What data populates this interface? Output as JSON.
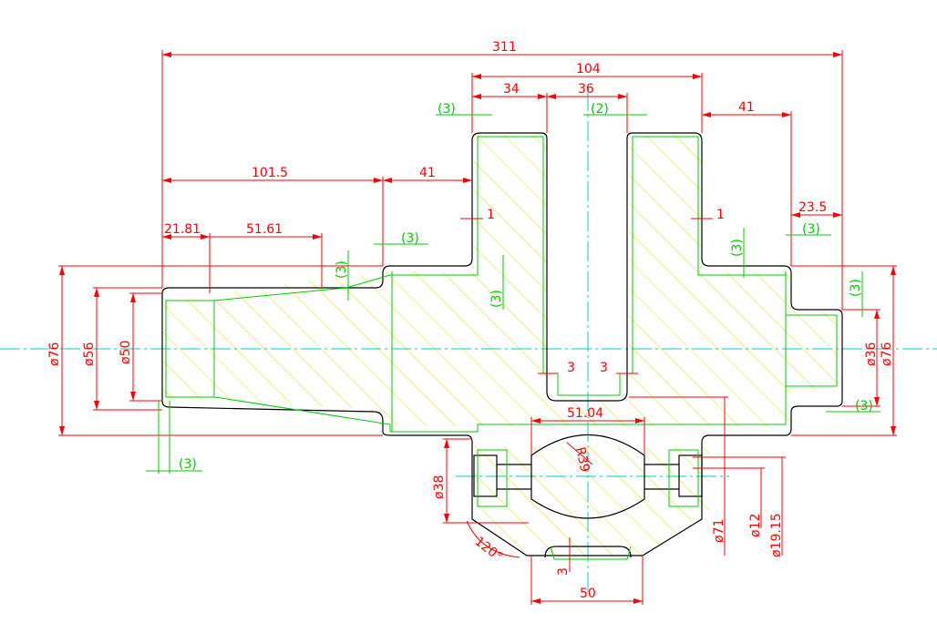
{
  "colors": {
    "outline": "#000000",
    "allowance": "#00cc00",
    "dimension": "#ff0000",
    "centerline": "#00cccc",
    "hatch": "#e0e000",
    "background": "#ffffff"
  },
  "dimensions": {
    "overall_length": "311",
    "flange_width": "104",
    "flange_left": "34",
    "slot_width": "36",
    "flange_right_offset": "41",
    "left_body": "101.5",
    "left_step": "41",
    "taper_start": "21.81",
    "taper_length": "51.61",
    "right_end": "23.5",
    "step_small_left": "1",
    "step_small_right": "1",
    "dia_76_left": "ø76",
    "dia_56": "ø56",
    "dia_50": "ø50",
    "dia_36": "ø36",
    "dia_76_right": "ø76",
    "slot_wall_left": "3",
    "slot_wall_right": "3",
    "lower_width": "51.04",
    "sphere_radius": "R39",
    "dia_38": "ø38",
    "dia_71": "ø71",
    "dia_12": "ø12",
    "dia_19_15": "ø19.15",
    "angle": "120°",
    "bottom_thickness": "3",
    "bottom_width": "50"
  },
  "allowances": {
    "a1": "(3)",
    "a2": "(2)",
    "a3": "(3)",
    "a4": "(3)",
    "a5": "(3)",
    "a6": "(3)",
    "a7": "(3)",
    "a8": "(3)",
    "a9": "(3)",
    "a10": "(3)"
  }
}
